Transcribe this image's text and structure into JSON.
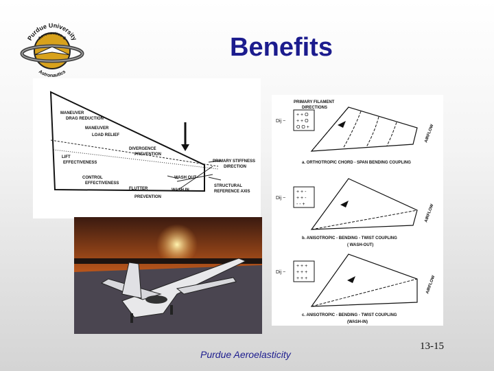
{
  "slide": {
    "title": "Benefits",
    "footer": "Purdue Aeroelasticity",
    "page_number": "13-15"
  },
  "logo": {
    "top_text": "Purdue University",
    "middle_text": "Aeronautics &",
    "bottom_text": "Astronautics"
  },
  "wing_diagram": {
    "labels": {
      "maneuver_drag": "MANEUVER",
      "drag_reduction": "DRAG REDUCTION",
      "maneuver_load": "MANEUVER",
      "load_relief": "LOAD RELIEF",
      "divergence": "DIVERGENCE",
      "prevention1": "PREVENTION",
      "lift": "LIFT",
      "effectiveness1": "EFFECTIVENESS",
      "control": "CONTROL",
      "effectiveness2": "EFFECTIVENESS",
      "flutter": "FLUTTER",
      "prevention2": "PREVENTION",
      "wash_out": "WASH OUT",
      "wash_in": "WASH IN",
      "primary_stiffness": "PRIMARY STIFFNESS",
      "direction": "DIRECTION",
      "structural": "STRUCTURAL",
      "reference_axis": "REFERENCE AXIS"
    }
  },
  "aniso_diagram": {
    "header1": "PRIMARY FILAMENT",
    "header2": "DIRECTIONS",
    "dij": "Dij  ~",
    "airflow": "AIRFLOW",
    "matrix_a": [
      "+ + O",
      "+ + O",
      "O O +"
    ],
    "matrix_b": [
      "+ + -",
      "+ + -",
      "- - +"
    ],
    "matrix_c": [
      "+ + +",
      "+ + +",
      "+ + +"
    ],
    "caption_a": "a.  ORTHOTROPIC  CHORD - SPAN  BENDING  COUPLING",
    "caption_b1": "b.  ANISOTROPIC - BENDING - TWIST  COUPLING",
    "caption_b2": "( WASH-OUT)",
    "caption_c1": "c.  ANISOTROPIC - BENDING - TWIST  COUPLING",
    "caption_c2": "(WASH-IN)"
  },
  "colors": {
    "title": "#1c1c8e",
    "footer": "#1c1c8e",
    "logo_gold": "#d8a21c"
  }
}
